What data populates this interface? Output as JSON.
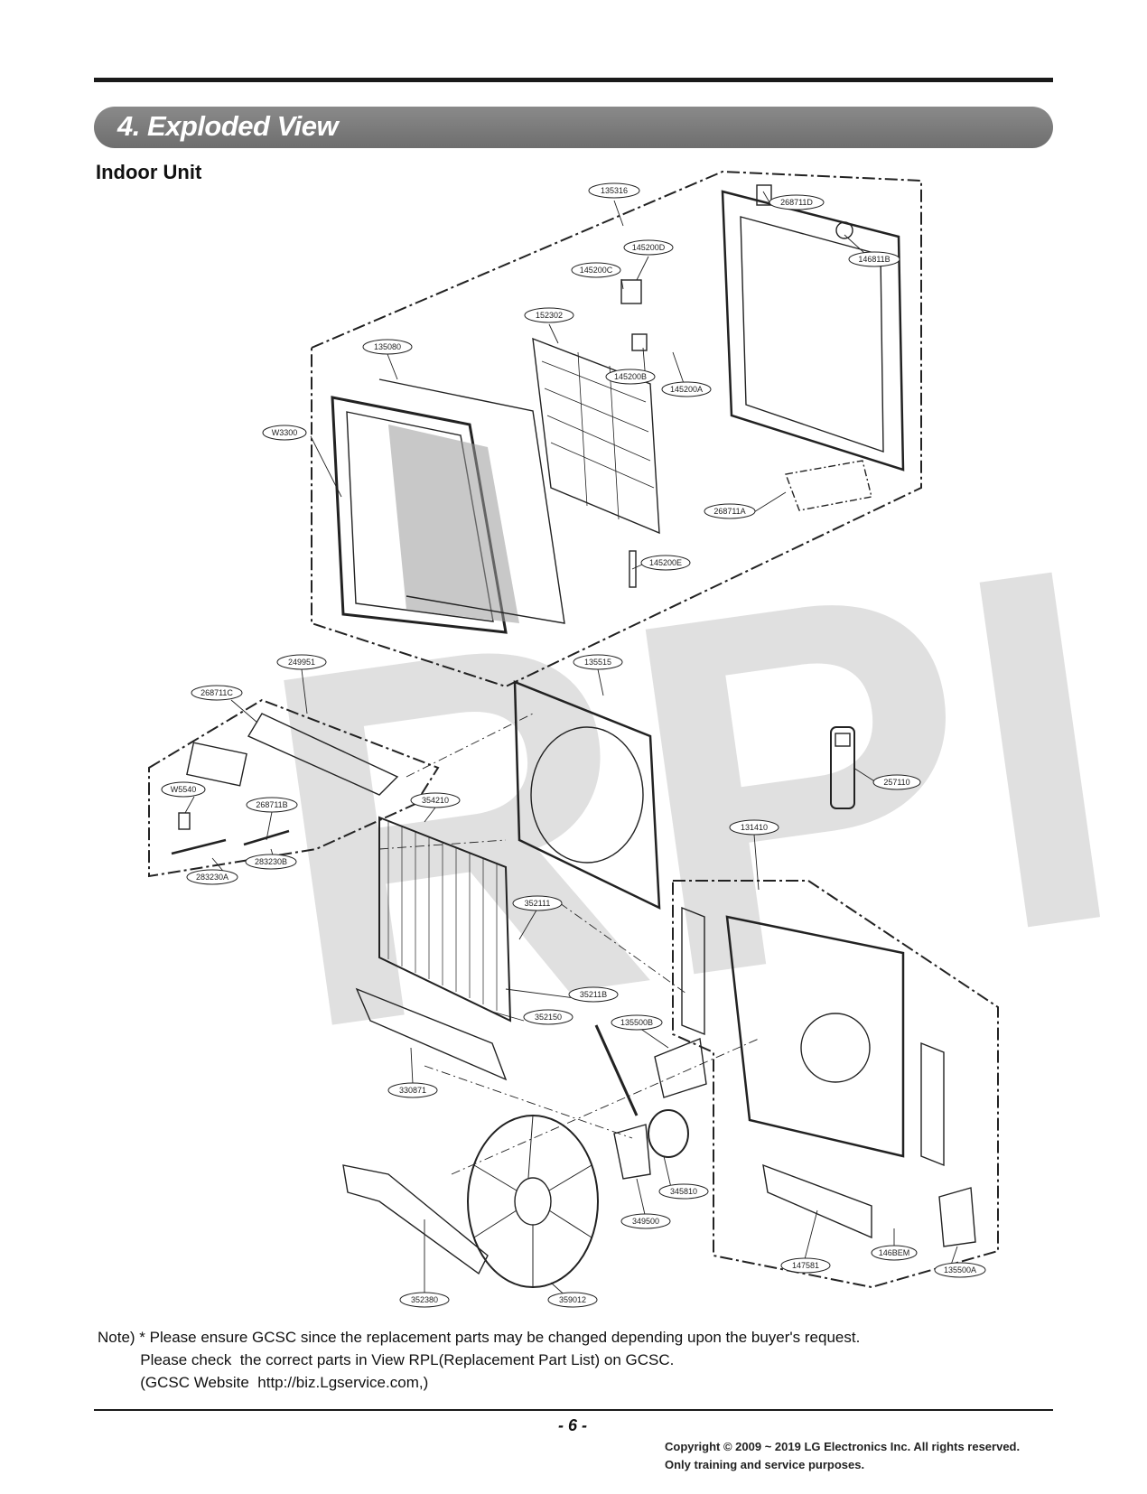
{
  "header": {
    "section_title": "4. Exploded View",
    "subtitle": "Indoor Unit"
  },
  "watermark": "RPI",
  "part_callouts": [
    "135316",
    "268711D",
    "145200D",
    "146811B",
    "145200C",
    "152302",
    "135080",
    "145200B",
    "145200A",
    "W3300",
    "268711A",
    "145200E",
    "249951",
    "135515",
    "268711C",
    "257110",
    "W5540",
    "268711B",
    "354210",
    "283230A",
    "283230B",
    "131410",
    "352111",
    "35211B",
    "352150",
    "135500B",
    "330871",
    "345810",
    "349500",
    "147581",
    "146BEM",
    "135500A",
    "352380",
    "359012"
  ],
  "note": {
    "lines": [
      "Note) * Please ensure GCSC since the replacement parts may be changed depending upon the buyer's request.",
      "          Please check  the correct parts in View RPL(Replacement Part List) on GCSC.",
      "          (GCSC Website  http://biz.Lgservice.com,)"
    ]
  },
  "footer": {
    "page_number": "- 6 -",
    "copyright_line1": "Copyright © 2009 ~ 2019 LG Electronics Inc. All rights reserved.",
    "copyright_line2": "Only training and service purposes."
  },
  "colors": {
    "banner": "#7a7a7a",
    "watermark": "#c8c8c8",
    "line": "#222222"
  }
}
